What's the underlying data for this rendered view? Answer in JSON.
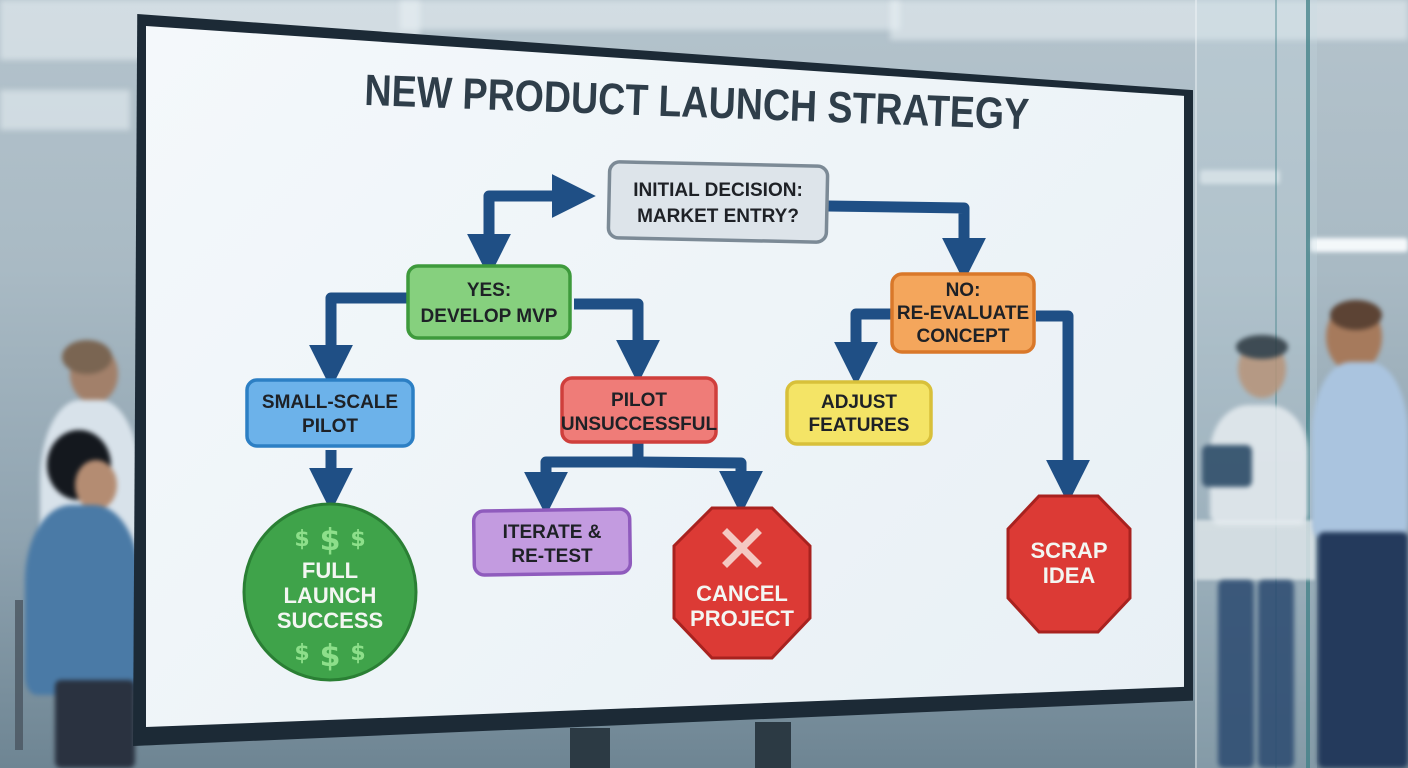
{
  "scene": {
    "description": "Office meeting room with a wall-mounted display showing a flowchart",
    "colors": {
      "wall": "#a9bac4",
      "bezel": "#1c2a36",
      "screen": "#eef4f8",
      "arrow": "#1f4f85",
      "title": "#2f3e4a"
    }
  },
  "diagram": {
    "title": "NEW PRODUCT LAUNCH STRATEGY",
    "nodes": {
      "start": {
        "line1": "INITIAL DECISION:",
        "line2": "MARKET ENTRY?",
        "shape": "rounded-rect",
        "fill": "#dde4ea",
        "stroke": "#7c8a96"
      },
      "yes": {
        "line1": "YES:",
        "line2": "DEVELOP MVP",
        "shape": "rounded-rect",
        "fill": "#86d07e",
        "stroke": "#3e9a3c"
      },
      "no": {
        "line1": "NO:",
        "line2": "RE-EVALUATE",
        "line3": "CONCEPT",
        "shape": "rounded-rect",
        "fill": "#f4a65c",
        "stroke": "#d9782a"
      },
      "pilot": {
        "line1": "SMALL-SCALE",
        "line2": "PILOT",
        "shape": "rounded-rect",
        "fill": "#6cb2ea",
        "stroke": "#2c7fc4"
      },
      "unsuccessful": {
        "line1": "PILOT",
        "line2": "UNSUCCESSFUL",
        "shape": "rounded-rect",
        "fill": "#ef7c78",
        "stroke": "#cf3f3c"
      },
      "adjust": {
        "line1": "ADJUST",
        "line2": "FEATURES",
        "shape": "rounded-rect",
        "fill": "#f4e466",
        "stroke": "#d8c03a"
      },
      "success": {
        "line1": "FULL",
        "line2": "LAUNCH",
        "line3": "SUCCESS",
        "symbols": "$ $ $",
        "shape": "circle",
        "fill": "#3fa34a",
        "stroke": "#2a7f34"
      },
      "iterate": {
        "line1": "ITERATE &",
        "line2": "RE-TEST",
        "shape": "rounded-rect",
        "fill": "#c39be0",
        "stroke": "#8f5bbd"
      },
      "cancel": {
        "line1": "CANCEL",
        "line2": "PROJECT",
        "icon": "x-mark",
        "shape": "octagon",
        "fill": "#dc3a35",
        "stroke": "#a8221f"
      },
      "scrap": {
        "line1": "SCRAP",
        "line2": "IDEA",
        "shape": "octagon",
        "fill": "#dc3a35",
        "stroke": "#a8221f"
      }
    },
    "edges": [
      {
        "from": "start",
        "to": "yes"
      },
      {
        "from": "start",
        "to": "no"
      },
      {
        "from": "yes",
        "to": "pilot"
      },
      {
        "from": "yes",
        "to": "unsuccessful"
      },
      {
        "from": "pilot",
        "to": "success"
      },
      {
        "from": "unsuccessful",
        "to": "iterate"
      },
      {
        "from": "unsuccessful",
        "to": "cancel"
      },
      {
        "from": "no",
        "to": "adjust"
      },
      {
        "from": "no",
        "to": "scrap"
      }
    ]
  }
}
